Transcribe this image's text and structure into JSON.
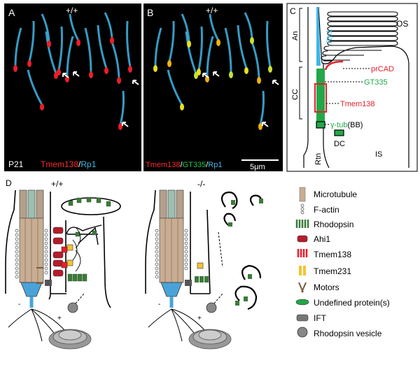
{
  "panels": {
    "A": {
      "letter": "A",
      "genotype": "+/+",
      "age": "P21",
      "stain1": "Tmem138",
      "sep": "/",
      "stain2": "Rp1"
    },
    "B": {
      "letter": "B",
      "genotype": "+/+",
      "stain1": "Tmem138",
      "sep1": "/",
      "stain2": "GT335",
      "sep2": "/",
      "stain3": "Rp1",
      "scale": "5μm"
    },
    "C": {
      "letter": "C",
      "os": "OS",
      "an": "An",
      "rp1": "Rp1",
      "cc": "CC",
      "prcad": "prCAD",
      "gt335": "GT335",
      "tmem138": "Tmem138",
      "gtub": "γ-tub",
      "bb": "(BB)",
      "dc": "DC",
      "rtn": "Rtn",
      "is": "IS"
    },
    "D": {
      "letter": "D",
      "wt": "+/+",
      "ko": "-/-"
    }
  },
  "legend": [
    {
      "label": "Microtubule",
      "icon": "microtubule-icon"
    },
    {
      "label": "F-actin",
      "icon": "f-actin-icon"
    },
    {
      "label": "Rhodopsin",
      "icon": "rhodopsin-icon"
    },
    {
      "label": "Ahi1",
      "icon": "ahi1-icon"
    },
    {
      "label": "Tmem138",
      "icon": "tmem138-icon"
    },
    {
      "label": "Tmem231",
      "icon": "tmem231-icon"
    },
    {
      "label": "Motors",
      "icon": "motors-icon"
    },
    {
      "label": "Undefined protein(s)",
      "icon": "undefined-protein-icon"
    },
    {
      "label": "IFT",
      "icon": "ift-icon"
    },
    {
      "label": "Rhodopsin vesicle",
      "icon": "rhodopsin-vesicle-icon"
    }
  ],
  "colors": {
    "tmem138": "#e8202a",
    "gt335": "#22b14c",
    "rp1": "#3fb6e6",
    "prcad": "#e8202a"
  }
}
